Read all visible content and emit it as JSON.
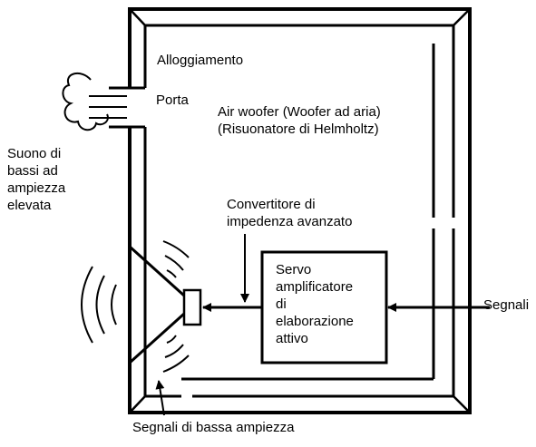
{
  "labels": {
    "housing": "Alloggiamento",
    "port": "Porta",
    "air_woofer": [
      "Air woofer (Woofer ad aria)",
      "(Risuonatore di Helmholtz)"
    ],
    "bass_sound": [
      "Suono di",
      "bassi ad",
      "ampiezza",
      "elevata"
    ],
    "converter": [
      "Convertitore di",
      "impedenza avanzato"
    ],
    "servo": [
      "Servo",
      "amplificatore",
      "di",
      "elaborazione",
      "attivo"
    ],
    "signals": "Segnali",
    "low_signals": "Segnali di bassa ampiezza"
  },
  "colors": {
    "ink": "#000000",
    "paper": "#ffffff"
  }
}
